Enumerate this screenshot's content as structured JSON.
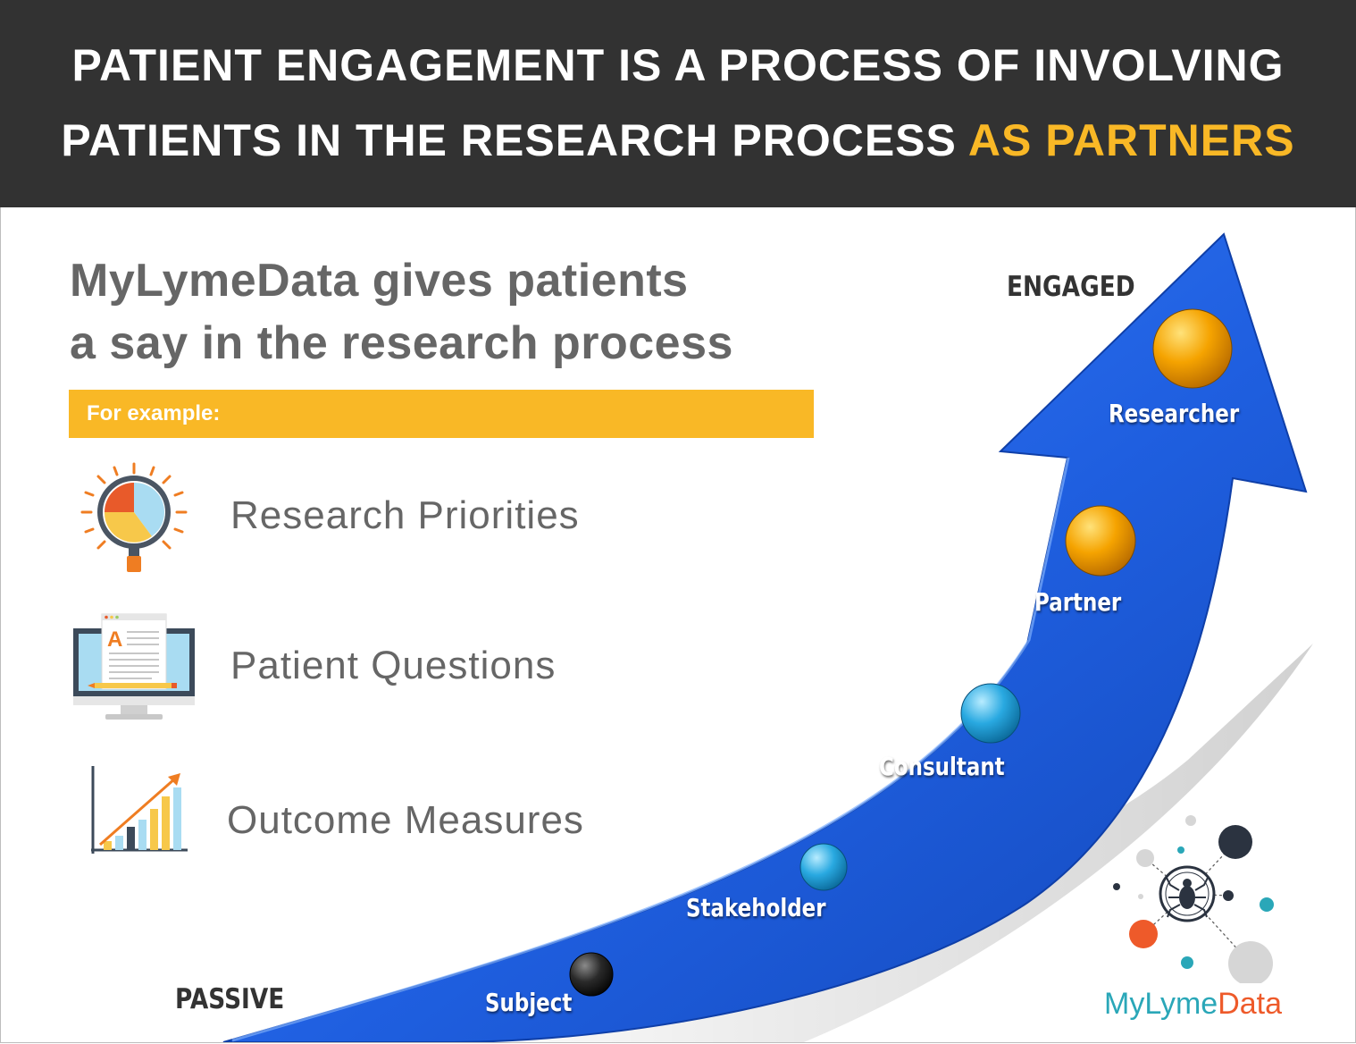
{
  "header": {
    "line1": "PATIENT ENGAGEMENT IS A PROCESS OF INVOLVING",
    "line2_plain": "PATIENTS IN THE RESEARCH PROCESS ",
    "line2_accent": "AS PARTNERS"
  },
  "subtitle": {
    "line1": "MyLymeData gives patients",
    "line2": "a say in the research process"
  },
  "example_label": "For example:",
  "items": [
    {
      "label": "Research Priorities",
      "icon": "magnifier-pie-chart-icon"
    },
    {
      "label": "Patient Questions",
      "icon": "monitor-document-icon"
    },
    {
      "label": "Outcome Measures",
      "icon": "bar-chart-trend-icon"
    }
  ],
  "scale": {
    "top_label": "ENGAGED",
    "bottom_label": "PASSIVE",
    "stages": [
      {
        "label": "Subject",
        "ball_color": "#2a2a2a"
      },
      {
        "label": "Stakeholder",
        "ball_color": "#29a9e1"
      },
      {
        "label": "Consultant",
        "ball_color": "#29a9e1"
      },
      {
        "label": "Partner",
        "ball_color": "#f5a300"
      },
      {
        "label": "Researcher",
        "ball_color": "#f5a300"
      }
    ]
  },
  "logo": {
    "part1": "MyLyme",
    "part2": "Data",
    "icon": "tick-network-logo-icon"
  },
  "colors": {
    "accent": "#f9b826",
    "arrow": "#1f5fe0",
    "header_bg": "#323232",
    "logo_teal": "#2aa7b8",
    "logo_orange": "#ee5a2a"
  }
}
